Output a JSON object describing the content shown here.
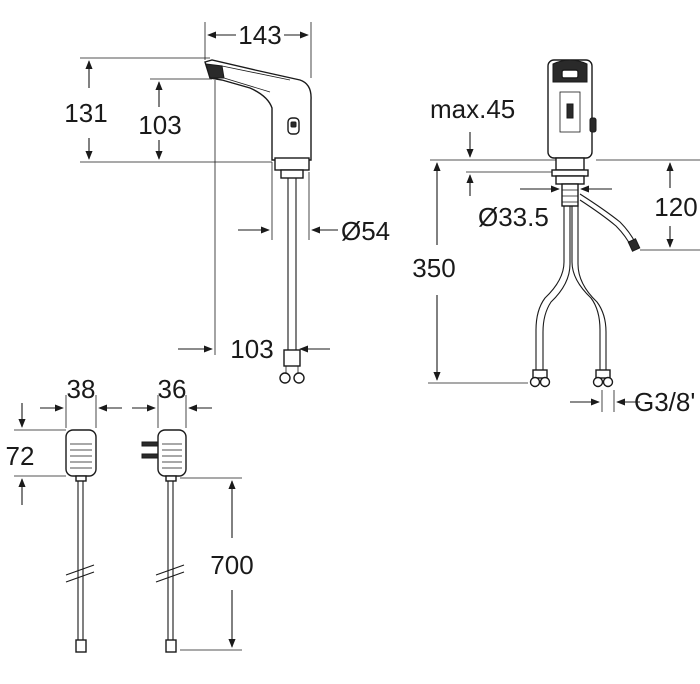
{
  "dimensions": {
    "faucet_width": "143",
    "faucet_total_height": "131",
    "faucet_spout_height": "103",
    "inlet_diameter": "Ø54",
    "spout_reach": "103",
    "max_deck_thickness": "max.45",
    "hole_diameter": "Ø33.5",
    "cable_length": "120",
    "hose_length": "350",
    "connection_thread": "G3/8'",
    "adapter_width_front": "38",
    "adapter_width_side": "36",
    "adapter_height": "72",
    "power_cable_length": "700"
  }
}
